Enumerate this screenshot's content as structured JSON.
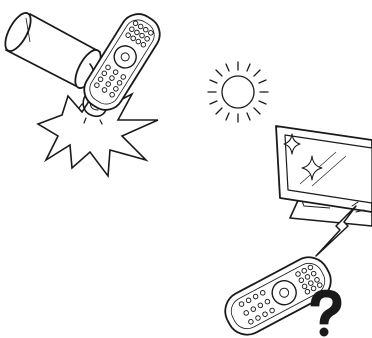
{
  "illustration": {
    "panels": [
      {
        "id": "liquid-spill",
        "icons": [
          "cup-icon",
          "liquid-splash-icon",
          "remote-control-icon",
          "impact-burst-icon"
        ]
      },
      {
        "id": "sunlight",
        "icons": [
          "sun-icon"
        ]
      },
      {
        "id": "signal-interference",
        "icons": [
          "tv-icon",
          "glare-sparkle-icon",
          "ir-signal-bolt-icon",
          "remote-control-icon",
          "question-mark-icon"
        ]
      }
    ],
    "line_color": "#1a1a1a",
    "fill_color": "#ffffff"
  }
}
